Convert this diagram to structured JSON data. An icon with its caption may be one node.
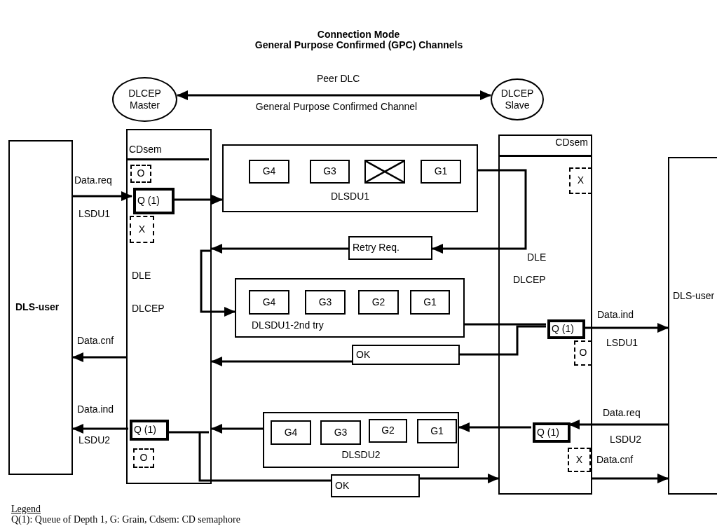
{
  "diagram": {
    "title": "Connection Mode",
    "nodes": [
      {
        "text": [
          "DLCEP Master"
        ]
      },
      {
        "text": [
          "DLCEP Slave"
        ]
      },
      {
        "text": [
          "DLS-user"
        ]
      },
      {
        "text": [
          "CDsem",
          "DLE",
          "DLCEP"
        ]
      },
      {
        "text": [
          "O"
        ],
        "in": 3
      },
      {
        "text": [
          "Q (1)"
        ],
        "in": 3
      },
      {
        "text": [
          "X"
        ],
        "in": 3
      },
      {
        "text": [
          "DLSDU1"
        ]
      },
      {
        "text": [
          "G4"
        ],
        "in": 7
      },
      {
        "text": [
          "G3"
        ],
        "in": 7
      },
      {
        "text": [],
        "shape": "box",
        "in": 7
      },
      {
        "text": [
          "G1"
        ],
        "in": 7
      },
      {
        "text": [
          "Retry Req."
        ]
      },
      {
        "text": [
          "CDsem",
          "DLE",
          "DLCEP"
        ]
      },
      {
        "text": [
          "X"
        ],
        "in": 13
      },
      {
        "text": [
          "DLS-user"
        ]
      },
      {
        "text": [
          "DLSDU1-2nd try"
        ]
      },
      {
        "text": [
          "G4"
        ],
        "in": 16
      },
      {
        "text": [
          "G3"
        ],
        "in": 16
      },
      {
        "text": [
          "G2"
        ],
        "in": 16
      },
      {
        "text": [
          "G1"
        ],
        "in": 16
      },
      {
        "text": [
          "Q (1)"
        ],
        "in": 13
      },
      {
        "text": [
          "O"
        ],
        "in": 13
      },
      {
        "text": [
          "OK"
        ]
      },
      {
        "text": [
          "DLSDU2"
        ]
      },
      {
        "text": [
          "G4"
        ],
        "in": 24
      },
      {
        "text": [
          "G3"
        ],
        "in": 24
      },
      {
        "text": [
          "G2"
        ],
        "in": 24
      },
      {
        "text": [
          "G1"
        ],
        "in": 24
      },
      {
        "text": [
          "Q (1)"
        ],
        "in": 13
      },
      {
        "text": [
          "X"
        ],
        "in": 13
      },
      {
        "text": [
          "Q (1)"
        ],
        "in": 3
      },
      {
        "text": [
          "O"
        ],
        "in": 3
      },
      {
        "text": [
          "OK"
        ]
      }
    ],
    "edges": [
      {
        "from": 0,
        "to": 1,
        "arrow": "both",
        "label": "Peer DLC"
      },
      {
        "from": 2,
        "to": 5,
        "arrow": "to",
        "label": "Data.req"
      },
      {
        "from": 5,
        "to": 7,
        "arrow": "to"
      },
      {
        "from": 7,
        "to": 12,
        "arrow": "to"
      },
      {
        "from": 12,
        "to": 3,
        "arrow": "to"
      },
      {
        "from": 3,
        "to": 16,
        "arrow": "to"
      },
      {
        "from": 16,
        "to": 21,
        "arrow": "none"
      },
      {
        "from": 21,
        "to": 15,
        "arrow": "to",
        "label": "Data.ind"
      },
      {
        "from": 21,
        "to": 23,
        "arrow": "none"
      },
      {
        "from": 23,
        "to": 3,
        "arrow": "to"
      },
      {
        "from": 3,
        "to": 2,
        "arrow": "to",
        "label": "Data.cnf"
      },
      {
        "from": 15,
        "to": 29,
        "arrow": "to",
        "label": "Data.req"
      },
      {
        "from": 29,
        "to": 24,
        "arrow": "to"
      },
      {
        "from": 24,
        "to": 3,
        "arrow": "to"
      },
      {
        "from": 31,
        "to": 2,
        "arrow": "to",
        "label": "Data.ind"
      },
      {
        "from": 31,
        "to": 33,
        "arrow": "none"
      },
      {
        "from": 33,
        "to": 13,
        "arrow": "to"
      },
      {
        "from": 13,
        "to": 15,
        "arrow": "to",
        "label": "Data.cnf"
      }
    ],
    "labels": [
      "General Purpose Confirmed (GPC) Channels",
      "General Purpose Confirmed Channel",
      "LSDU1",
      "LSDU1",
      "LSDU2",
      "LSDU2",
      "Legend",
      "Q(1): Queue of Depth 1, G: Grain, Cdsem: CD semaphore"
    ]
  }
}
